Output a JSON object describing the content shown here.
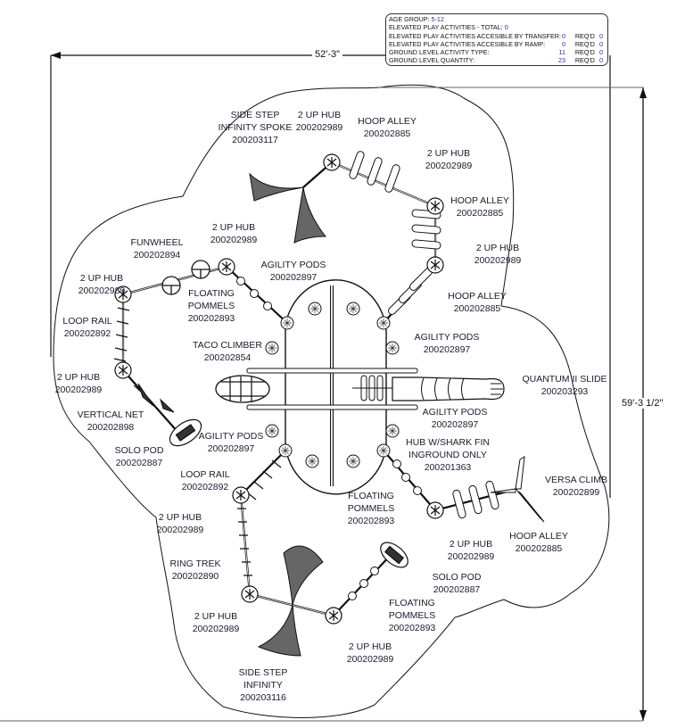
{
  "info_box": {
    "age_group_label": "AGE GROUP:",
    "age_group_value": "5-12",
    "elevated_total_label": "ELEVATED PLAY ACTIVITIES - TOTAL:",
    "elevated_total_value": "0",
    "rows": [
      {
        "label": "ELEVATED PLAY ACTIVITIES ACCESIBLE BY TRANSFER:",
        "value": "0",
        "req_label": "REQ'D",
        "req_value": "0"
      },
      {
        "label": "ELEVATED PLAY ACTIVITIES ACCESIBLE BY RAMP:",
        "value": "0",
        "req_label": "REQ'D",
        "req_value": "0"
      },
      {
        "label": "GROUND LEVEL ACTIVITY TYPE:",
        "value": "11",
        "req_label": "REQ'D",
        "req_value": "0"
      },
      {
        "label": "GROUND LEVEL QUANTITY:",
        "value": "23",
        "req_label": "REQ'D",
        "req_value": "0"
      }
    ]
  },
  "dimensions": {
    "width": "52'-3\"",
    "depth": "59'-3 1/2\""
  },
  "components": [
    {
      "name": "SIDE STEP INFINITY SPOKE",
      "lines": [
        "SIDE STEP",
        "INFINITY SPOKE",
        "200203117"
      ]
    },
    {
      "name": "2 UP HUB",
      "lines": [
        "2 UP HUB",
        "200202989"
      ]
    },
    {
      "name": "HOOP ALLEY",
      "lines": [
        "HOOP ALLEY",
        "200202885"
      ]
    },
    {
      "name": "2 UP HUB",
      "lines": [
        "2 UP HUB",
        "200202989"
      ]
    },
    {
      "name": "HOOP ALLEY",
      "lines": [
        "HOOP ALLEY",
        "200202885"
      ]
    },
    {
      "name": "2 UP HUB",
      "lines": [
        "2 UP HUB",
        "200202989"
      ]
    },
    {
      "name": "HOOP ALLEY",
      "lines": [
        "HOOP ALLEY",
        "200202885"
      ]
    },
    {
      "name": "2 UP HUB",
      "lines": [
        "2 UP HUB",
        "200202989"
      ]
    },
    {
      "name": "FUNWHEEL",
      "lines": [
        "FUNWHEEL",
        "200202894"
      ]
    },
    {
      "name": "AGILITY PODS",
      "lines": [
        "AGILITY PODS",
        "200202897"
      ]
    },
    {
      "name": "2 UP HUB",
      "lines": [
        "2 UP HUB",
        "200202989"
      ]
    },
    {
      "name": "FLOATING POMMELS",
      "lines": [
        "FLOATING",
        "POMMELS",
        "200202893"
      ]
    },
    {
      "name": "LOOP RAIL",
      "lines": [
        "LOOP RAIL",
        "200202892"
      ]
    },
    {
      "name": "TACO CLIMBER",
      "lines": [
        "TACO CLIMBER",
        "200202854"
      ]
    },
    {
      "name": "AGILITY PODS",
      "lines": [
        "AGILITY PODS",
        "200202897"
      ]
    },
    {
      "name": "2 UP HUB",
      "lines": [
        "2 UP HUB",
        "200202989"
      ]
    },
    {
      "name": "QUANTUM II SLIDE",
      "lines": [
        "QUANTUM II SLIDE",
        "200203293"
      ]
    },
    {
      "name": "VERTICAL NET",
      "lines": [
        "VERTICAL NET",
        "200202898"
      ]
    },
    {
      "name": "AGILITY PODS",
      "lines": [
        "AGILITY PODS",
        "200202897"
      ]
    },
    {
      "name": "SOLO POD",
      "lines": [
        "SOLO POD",
        "200202887"
      ]
    },
    {
      "name": "AGILITY PODS",
      "lines": [
        "AGILITY PODS",
        "200202897"
      ]
    },
    {
      "name": "HUB W/SHARK FIN INGROUND ONLY",
      "lines": [
        "HUB W/SHARK FIN",
        "INGROUND ONLY",
        "200201363"
      ]
    },
    {
      "name": "LOOP RAIL",
      "lines": [
        "LOOP RAIL",
        "200202892"
      ]
    },
    {
      "name": "VERSA CLIMB",
      "lines": [
        "VERSA CLIMB",
        "200202899"
      ]
    },
    {
      "name": "FLOATING POMMELS",
      "lines": [
        "FLOATING",
        "POMMELS",
        "200202893"
      ]
    },
    {
      "name": "2 UP HUB",
      "lines": [
        "2 UP HUB",
        "200202989"
      ]
    },
    {
      "name": "2 UP HUB",
      "lines": [
        "2 UP HUB",
        "200202989"
      ]
    },
    {
      "name": "HOOP ALLEY",
      "lines": [
        "HOOP ALLEY",
        "200202885"
      ]
    },
    {
      "name": "RING TREK",
      "lines": [
        "RING TREK",
        "200202890"
      ]
    },
    {
      "name": "SOLO POD",
      "lines": [
        "SOLO POD",
        "200202887"
      ]
    },
    {
      "name": "FLOATING POMMELS",
      "lines": [
        "FLOATING",
        "POMMELS",
        "200202893"
      ]
    },
    {
      "name": "2 UP HUB",
      "lines": [
        "2 UP HUB",
        "200202989"
      ]
    },
    {
      "name": "2 UP HUB",
      "lines": [
        "2 UP HUB",
        "200202989"
      ]
    },
    {
      "name": "SIDE STEP INFINITY",
      "lines": [
        "SIDE STEP",
        "INFINITY",
        "200203116"
      ]
    }
  ]
}
